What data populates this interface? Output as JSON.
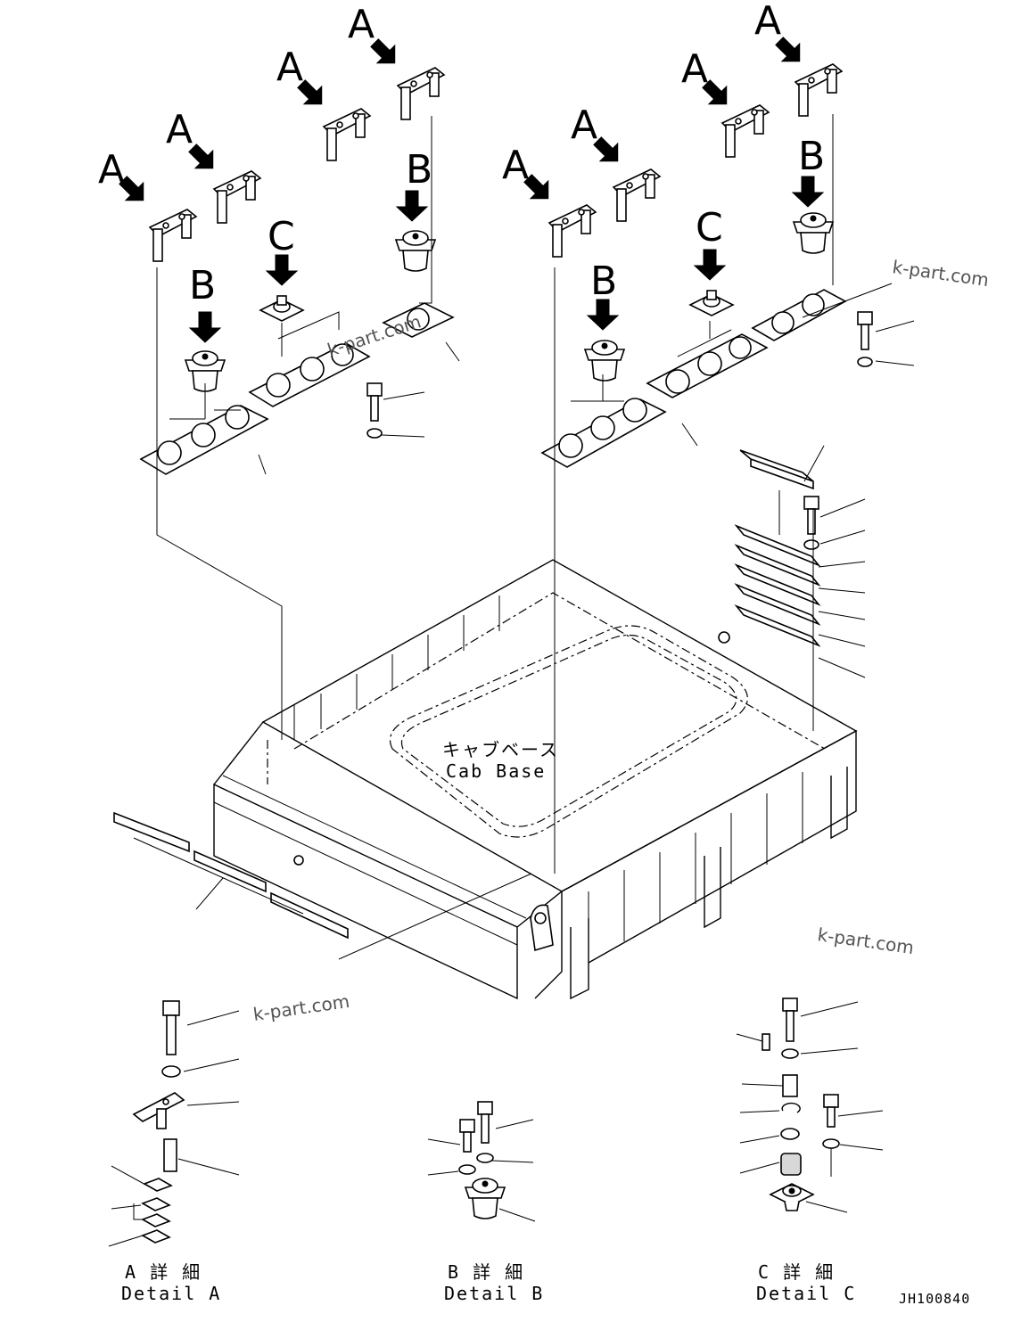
{
  "callouts": {
    "a": "A",
    "b": "B",
    "c": "C"
  },
  "cab_base": {
    "jp": "キャブベース",
    "en": "Cab Base"
  },
  "details": {
    "a": {
      "jp": "A 詳 細",
      "en": "Detail A"
    },
    "b": {
      "jp": "B 詳 細",
      "en": "Detail B"
    },
    "c": {
      "jp": "C 詳 細",
      "en": "Detail C"
    }
  },
  "watermark": "k-part.com",
  "drawing_number": "JH100840"
}
